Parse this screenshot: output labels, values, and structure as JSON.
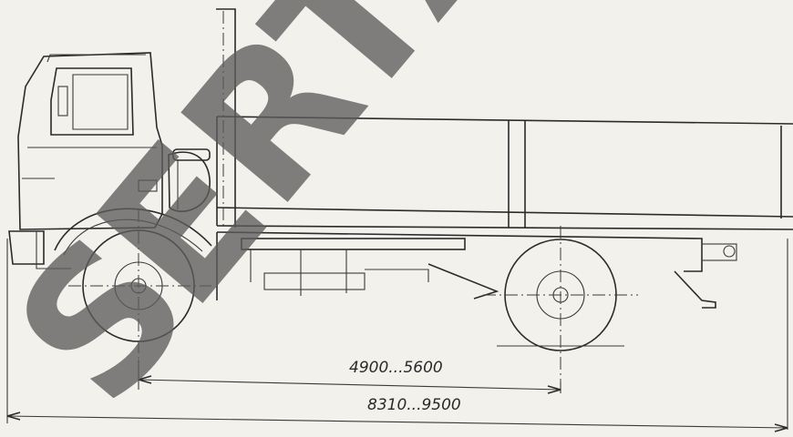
{
  "drawing": {
    "subject": "truck-chassis-side-view",
    "dimensions": [
      {
        "id": "wheelbase",
        "text": "4900...5600"
      },
      {
        "id": "overall_length",
        "text": "8310...9500"
      }
    ]
  },
  "watermark": {
    "text": "SERTA",
    "letters": [
      "S",
      "E",
      "R",
      "T",
      "A"
    ],
    "color": "#5c5c5c"
  },
  "colors": {
    "paper": "#f3f1ec",
    "ink": "#2b2b2b"
  }
}
